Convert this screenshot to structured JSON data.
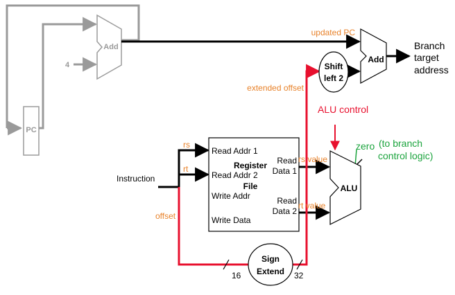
{
  "units": {
    "pc": "PC",
    "add_pc": "Add",
    "four": "4",
    "branch_adder": "Add",
    "shift_line1": "Shift",
    "shift_line2": "left 2",
    "alu": "ALU",
    "sign_line1": "Sign",
    "sign_line2": "Extend",
    "regfile_line1": "Register",
    "regfile_line2": "File"
  },
  "register_file_ports": {
    "read_addr_1": "Read Addr 1",
    "read_addr_2": "Read Addr 2",
    "write_addr": "Write Addr",
    "write_data": "Write Data",
    "read_data_1_line1": "Read",
    "read_data_1_line2": "Data 1",
    "read_data_2_line1": "Read",
    "read_data_2_line2": "Data 2"
  },
  "signals": {
    "updated_pc": "updated PC",
    "extended_offset": "extended offset",
    "alu_control": "ALU control",
    "zero": "zero",
    "zero_note_line1": "(to branch",
    "zero_note_line2": "control logic)",
    "rs": "rs",
    "rt": "rt",
    "rs_value": "rs value",
    "rt_value": "rt value",
    "offset": "offset",
    "instruction": "Instruction",
    "width_in": "16",
    "width_out": "32"
  },
  "output": {
    "line1": "Branch",
    "line2": "target",
    "line3": "address"
  },
  "colors": {
    "datapath": "#000000",
    "inactive": "#9a9a9a",
    "highlight": "#e8102e",
    "annotation": "#e8822a",
    "zero_note": "#1aa33c"
  }
}
